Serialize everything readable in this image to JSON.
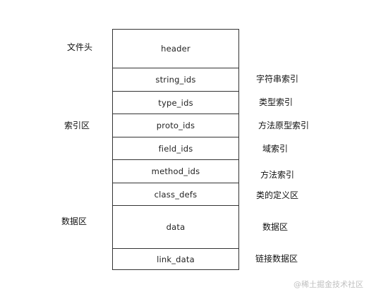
{
  "regions": {
    "file_header": "文件头",
    "index": "索引区",
    "data": "数据区"
  },
  "sections": [
    {
      "name": "header",
      "desc": ""
    },
    {
      "name": "string_ids",
      "desc": "字符串索引"
    },
    {
      "name": "type_ids",
      "desc": "类型索引"
    },
    {
      "name": "proto_ids",
      "desc": "方法原型索引"
    },
    {
      "name": "field_ids",
      "desc": "域索引"
    },
    {
      "name": "method_ids",
      "desc": "方法索引"
    },
    {
      "name": "class_defs",
      "desc": "类的定义区"
    },
    {
      "name": "data",
      "desc": "数据区"
    },
    {
      "name": "link_data",
      "desc": "链接数据区"
    }
  ],
  "watermark": "@稀土掘金技术社区"
}
